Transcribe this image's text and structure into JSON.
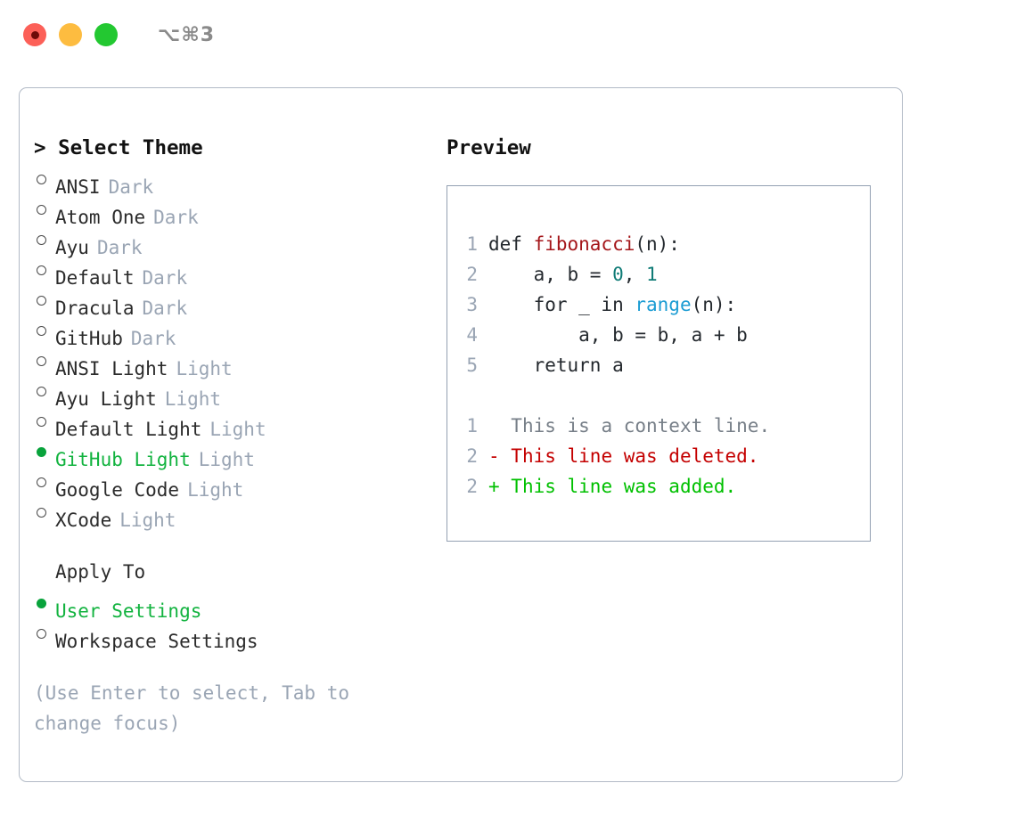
{
  "titlebar": {
    "shortcut": "⌥⌘3",
    "lights": [
      "close-red",
      "minimize-yellow",
      "maximize-green"
    ]
  },
  "theme_picker": {
    "heading": "> Select Theme",
    "items": [
      {
        "label": "ANSI",
        "tag": "Dark",
        "selected": false
      },
      {
        "label": "Atom One",
        "tag": "Dark",
        "selected": false
      },
      {
        "label": "Ayu",
        "tag": "Dark",
        "selected": false
      },
      {
        "label": "Default",
        "tag": "Dark",
        "selected": false
      },
      {
        "label": "Dracula",
        "tag": "Dark",
        "selected": false
      },
      {
        "label": "GitHub",
        "tag": "Dark",
        "selected": false
      },
      {
        "label": "ANSI Light",
        "tag": "Light",
        "selected": false
      },
      {
        "label": "Ayu Light",
        "tag": "Light",
        "selected": false
      },
      {
        "label": "Default Light",
        "tag": "Light",
        "selected": false
      },
      {
        "label": "GitHub Light",
        "tag": "Light",
        "selected": true
      },
      {
        "label": "Google Code",
        "tag": "Light",
        "selected": false
      },
      {
        "label": "XCode",
        "tag": "Light",
        "selected": false
      }
    ]
  },
  "apply_to": {
    "label": "Apply To",
    "items": [
      {
        "label": "User Settings",
        "selected": true
      },
      {
        "label": "Workspace Settings",
        "selected": false
      }
    ]
  },
  "hint": "(Use Enter to select, Tab to change focus)",
  "preview": {
    "title": "Preview",
    "code_lines": [
      {
        "num": "1",
        "tokens": [
          {
            "text": "def ",
            "cls": "code-text"
          },
          {
            "text": "fibonacci",
            "cls": "tok-fn"
          },
          {
            "text": "(n):",
            "cls": "code-text"
          }
        ]
      },
      {
        "num": "2",
        "tokens": [
          {
            "text": "    a, b = ",
            "cls": "code-text"
          },
          {
            "text": "0",
            "cls": "tok-num"
          },
          {
            "text": ", ",
            "cls": "code-text"
          },
          {
            "text": "1",
            "cls": "tok-num"
          }
        ]
      },
      {
        "num": "3",
        "tokens": [
          {
            "text": "    for _ in ",
            "cls": "code-text"
          },
          {
            "text": "range",
            "cls": "tok-call"
          },
          {
            "text": "(n):",
            "cls": "code-text"
          }
        ]
      },
      {
        "num": "4",
        "tokens": [
          {
            "text": "        a, b = b, a + b",
            "cls": "code-text"
          }
        ]
      },
      {
        "num": "5",
        "tokens": [
          {
            "text": "    return a",
            "cls": "code-text"
          }
        ]
      }
    ],
    "diff_lines": [
      {
        "num": "1",
        "marker": "  ",
        "text": "This is a context line.",
        "kind": "ctx"
      },
      {
        "num": "2",
        "marker": "- ",
        "text": "This line was deleted.",
        "kind": "del"
      },
      {
        "num": "2",
        "marker": "+ ",
        "text": "This line was added.",
        "kind": "add"
      }
    ]
  },
  "colors": {
    "accent_green": "#12b33f",
    "muted": "#9aa5b4",
    "border": "#b2bac6",
    "diff_add": "#00c000",
    "diff_del": "#c40000",
    "syntax_function": "#a4161a",
    "syntax_number": "#0f7b76",
    "syntax_call": "#1b9cd3"
  }
}
